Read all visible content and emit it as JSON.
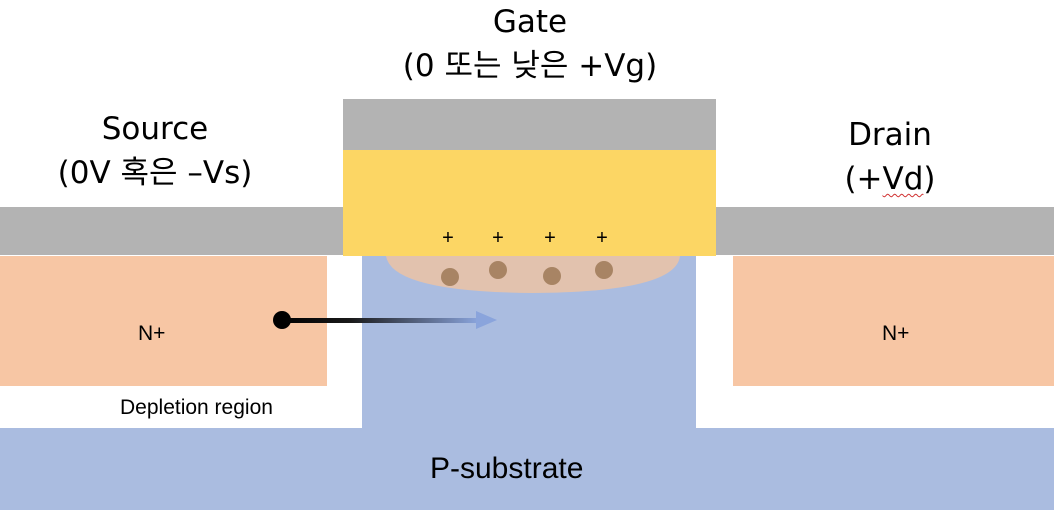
{
  "gate": {
    "title": "Gate",
    "voltage": "(0 또는 낮은 +Vg)"
  },
  "source": {
    "title": "Source",
    "voltage": "(0V 혹은 –Vs)"
  },
  "drain": {
    "title": "Drain",
    "voltage_open": "(+",
    "voltage_mark": "Vd",
    "voltage_close": ")"
  },
  "source_region_label": "N+",
  "drain_region_label": "N+",
  "depletion_label": "Depletion region",
  "substrate_label": "P-substrate",
  "gate_charges": [
    "+",
    "+",
    "+",
    "+"
  ],
  "colors": {
    "metal": "#b3b3b3",
    "oxide": "#fcd664",
    "n_plus": "#f7c6a4",
    "substrate": "#aabce0",
    "channel": "#e2c2ae",
    "electron": "#a88464",
    "arrow_start": "#000000",
    "arrow_end": "#8aa4dc"
  }
}
